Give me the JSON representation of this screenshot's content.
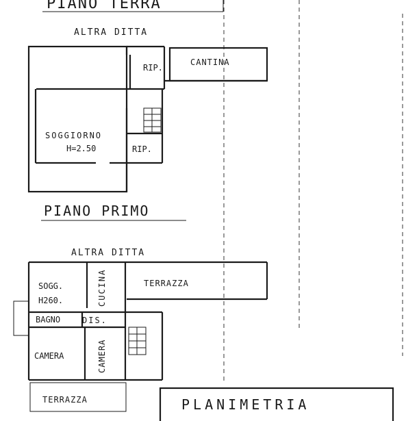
{
  "headings": {
    "ground_floor": "PIANO      TERRA",
    "first_floor": "PIANO PRIMO",
    "site_plan": "PLANIMETRIA"
  },
  "ground_floor": {
    "neighbor": "ALTRA  DITTA",
    "rooms": {
      "storage_top": "RIP.",
      "cellar": "CANTINA",
      "living": "SOGGIORNO",
      "living_height": "H=2.50",
      "storage_bottom": "RIP."
    }
  },
  "first_floor": {
    "neighbor": "ALTRA   DITTA",
    "rooms": {
      "living": "SOGG.",
      "living_height": "H260.",
      "kitchen": "CUCINA",
      "terrace_top": "TERRAZZA",
      "bathroom": "BAGNO",
      "hall": "DIS.",
      "bedroom_left": "CAMERA",
      "bedroom_right": "CAMERA",
      "terrace_bottom": "TERRAZZA"
    }
  }
}
